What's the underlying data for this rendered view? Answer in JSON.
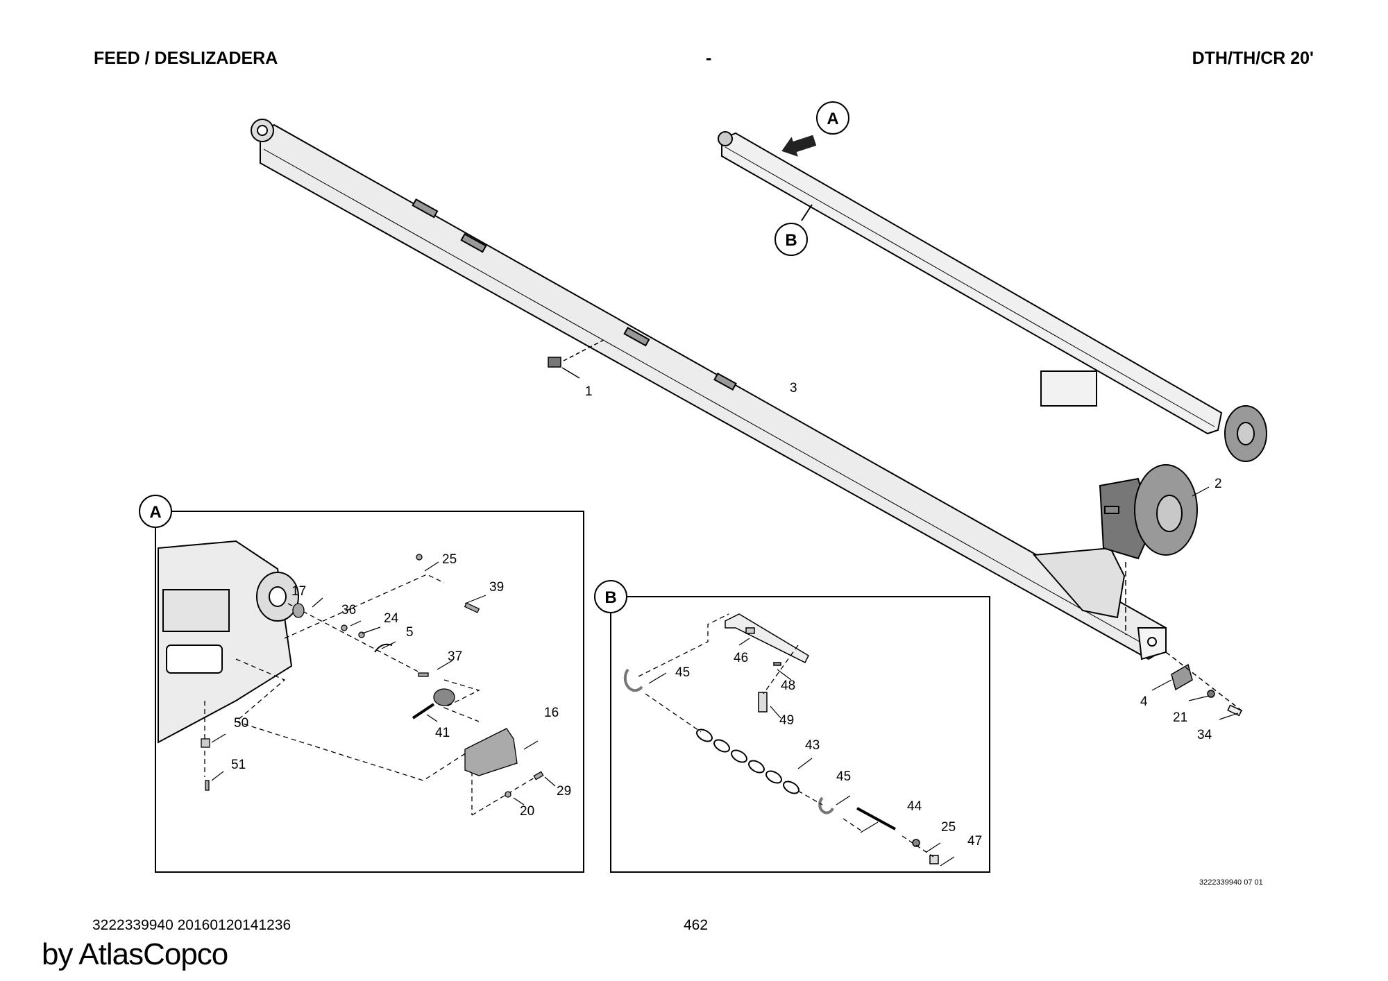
{
  "header": {
    "title": "FEED / DESLIZADERA",
    "separator": "-",
    "model": "DTH/TH/CR 20'"
  },
  "views": {
    "detail_a_label": "A",
    "detail_b_label": "B"
  },
  "callouts": {
    "main": [
      "1",
      "3",
      "2",
      "4",
      "21",
      "34"
    ],
    "detail_a": [
      "25",
      "39",
      "17",
      "36",
      "24",
      "5",
      "37",
      "41",
      "16",
      "50",
      "51",
      "29",
      "20"
    ],
    "detail_b": [
      "46",
      "45",
      "48",
      "49",
      "43",
      "45",
      "44",
      "25",
      "47"
    ]
  },
  "footer": {
    "doc_id": "3222339940 20160120141236",
    "page_number": "462",
    "drawing_ref": "3222339940 07 01",
    "watermark": "by AtlasCopco"
  },
  "colors": {
    "line": "#000000",
    "part_fill": "#e6e6e6",
    "dark_part": "#6e6e6e"
  }
}
